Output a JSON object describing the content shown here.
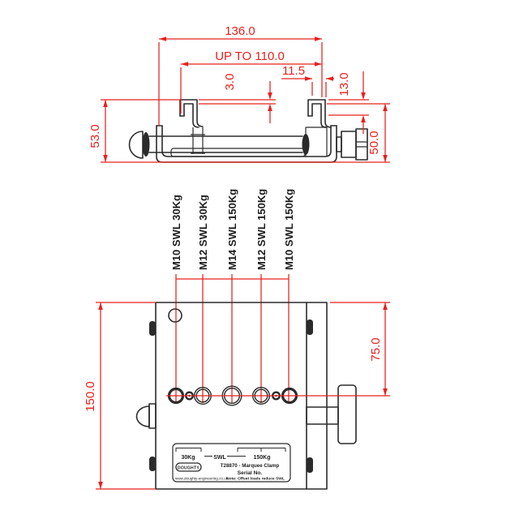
{
  "colors": {
    "dimension_red": "#E8201C",
    "line_black": "#2B2B2B"
  },
  "side_view": {
    "dims": {
      "overall_width": "136.0",
      "jaw_opening": "UP TO 110.0",
      "hook_width": "11.5",
      "lip_thickness": "3.0",
      "hook_depth": "13.0",
      "height_left": "53.0",
      "height_right": "50.0"
    }
  },
  "front_view": {
    "dims": {
      "overall_height": "150.0",
      "hole_row_offset": "75.0"
    },
    "hole_labels": [
      "M10 SWL 30Kg",
      "M12 SWL 30Kg",
      "M14 SWL 150Kg",
      "M12 SWL 150Kg",
      "M10 SWL 150Kg"
    ],
    "label_plate": {
      "swl_low": "30Kg",
      "swl_word": "SWL",
      "swl_high": "150Kg",
      "product": "T28870 - Marquee Clamp",
      "serial": "Serial No.",
      "brand": "DOUGHTY",
      "website": "www.doughty-engineering.co.uk",
      "note": "Note: Offset loads reduce SWL"
    }
  }
}
